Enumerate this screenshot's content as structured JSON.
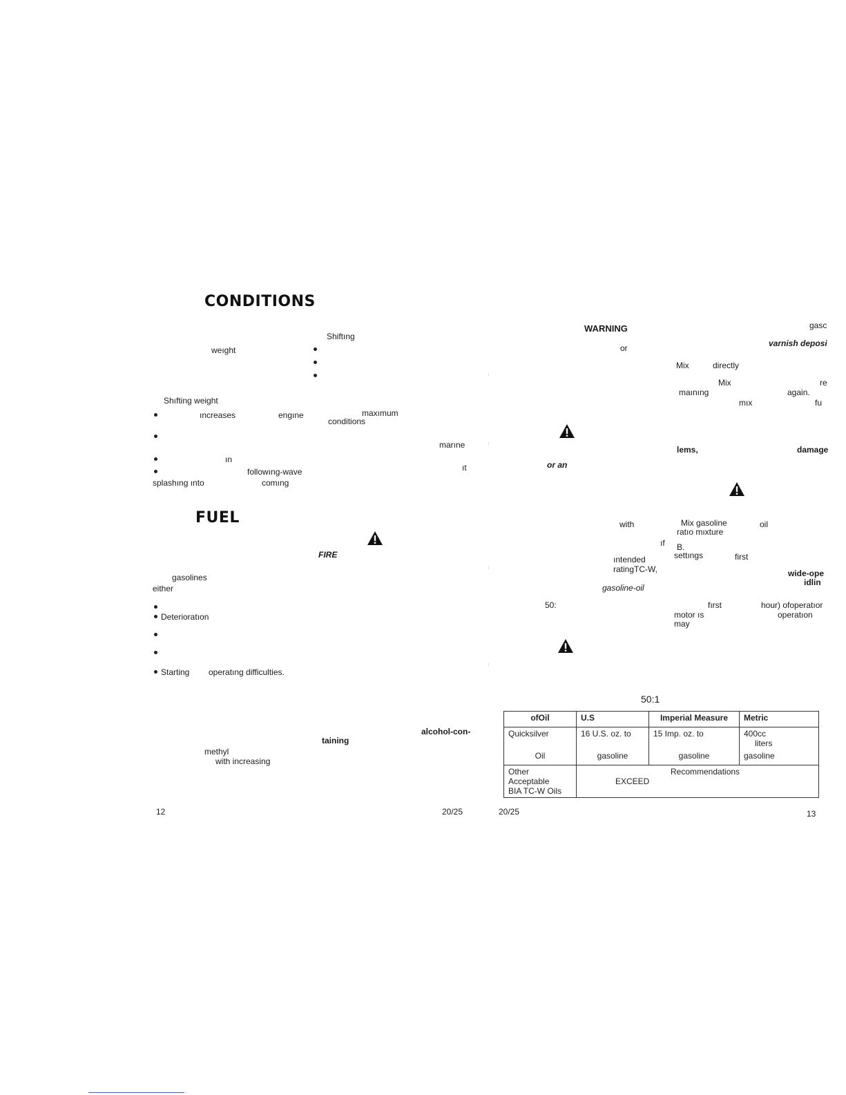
{
  "left_page": {
    "heading_conditions": "CONDITIONS",
    "heading_fuel": "FUEL",
    "page_number": "12",
    "page_counter": "20/25",
    "fragments": {
      "shifting": "Shiftıng",
      "weight": "weıght",
      "shifting_weight": "Shıfting weight",
      "increases": "ıncreases",
      "engine": "engıne",
      "maximum": "maxımum",
      "conditions": "conditions",
      "marine": "marıne",
      "in": "ın",
      "it": "ıt",
      "following_wave": "followıng-wave",
      "splashing_into": "splashıng ınto",
      "coming": "comıng",
      "fire": "FIRE",
      "gasolines": "gasolines",
      "either": "either",
      "deterioration": "Deterioratıon",
      "starting": "Starting",
      "operating_difficulties": "operatıng difficulties.",
      "alcohol_con": "alcohol-con-",
      "taining": "taining",
      "methyl": "methyl",
      "with_increasing": "with increasing"
    }
  },
  "right_page": {
    "page_number": "13",
    "page_counter": "20/25",
    "fragments": {
      "warning": "WARNING",
      "gas": "gasc",
      "or": "or",
      "varnish_deposit": "varnish deposi",
      "mix1": "Mix",
      "directly": "directly",
      "mix2": "Mix",
      "re": "re",
      "maining": "maınıng",
      "again": "again.",
      "mix3": "mıx",
      "fu": "fu",
      "lems": "lems,",
      "damage": "damage",
      "or_an": "or an",
      "with": "with",
      "mix_gasoline": "Mix gasoline",
      "oil": "oil",
      "ratio_mixture": "ratıo mıxture",
      "if": "ıf",
      "b": "B.",
      "intended": "ıntended",
      "settings": "settıngs",
      "first": "first",
      "rating_tcw": "ratingTC-W,",
      "wide_open": "wide-ope",
      "idling": "idlin",
      "gasoline_oil": "gasoline-oil",
      "fifty": "50:",
      "first2": "fırst",
      "hour_of_operation": "hour) ofoperatıor",
      "motor_is": "motor ıs",
      "operation": "operatıon",
      "may": "may",
      "ratio_title": "50:1"
    },
    "table": {
      "headers": [
        "ofOil",
        "U.S",
        "Imperial Measure",
        "Metric"
      ],
      "row1": [
        "Quicksilver",
        "16 U.S. oz. to",
        "15 Imp. oz. to",
        "400cc"
      ],
      "row1b": [
        "",
        "",
        "",
        "liters"
      ],
      "row2": [
        "Oil",
        "gasoline",
        "gasoline",
        "gasoline"
      ],
      "row3_label_a": "Other Acceptable",
      "row3_label_b": "BIA TC-W Oils",
      "row3_a": "Recommendations",
      "row3_b": "EXCEED"
    }
  }
}
